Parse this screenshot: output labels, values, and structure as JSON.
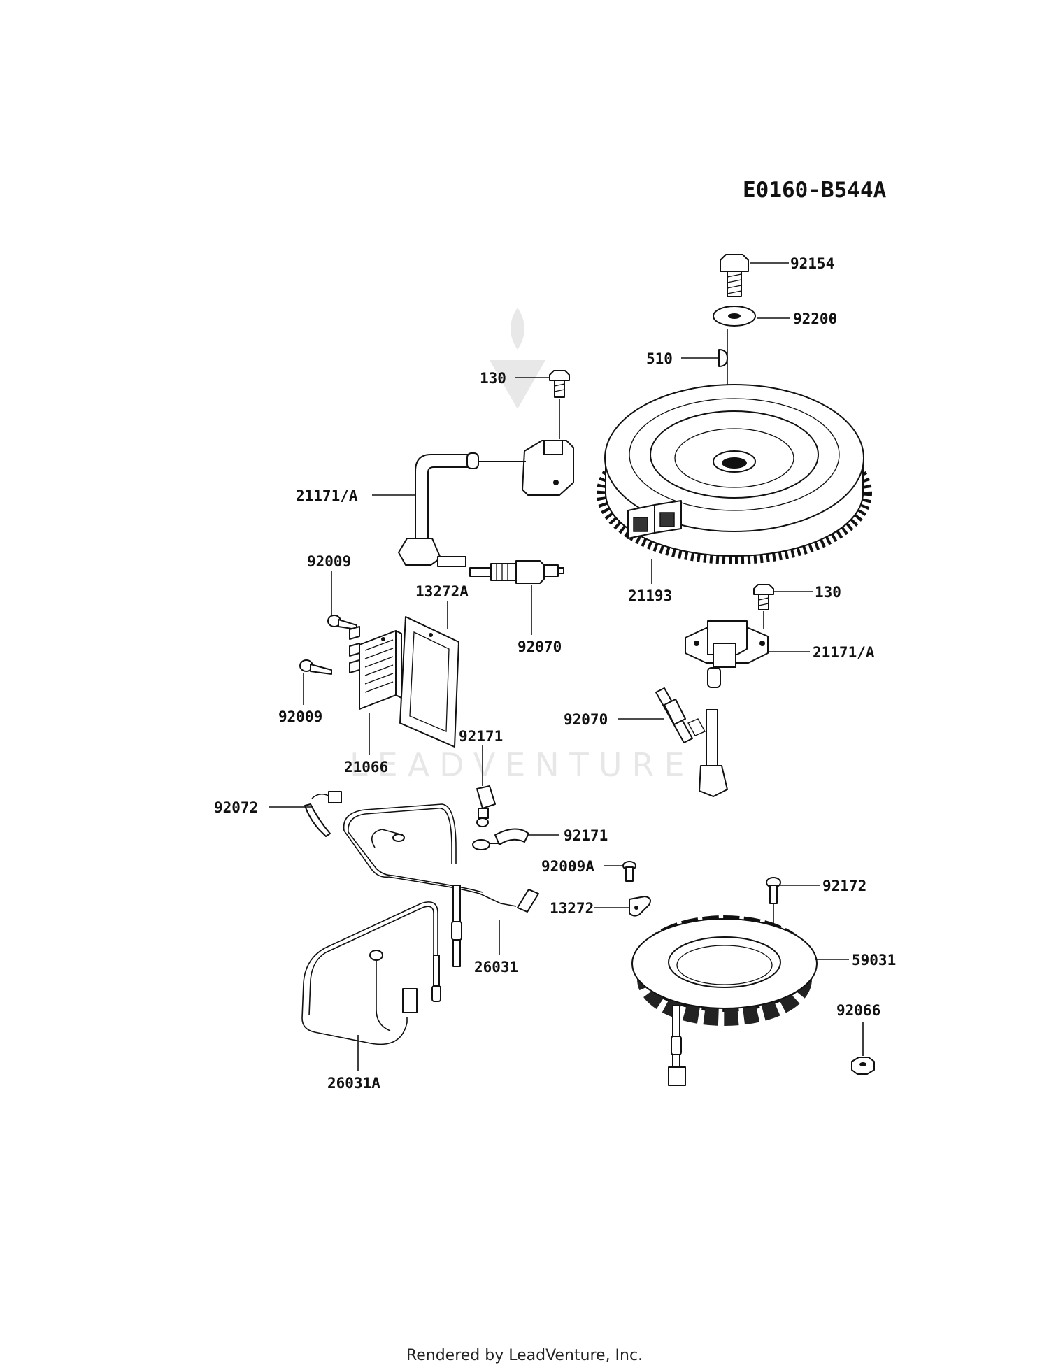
{
  "diagram_code": "E0160-B544A",
  "footer": "Rendered by LeadVenture, Inc.",
  "watermark": "LEADVENTURE",
  "labels": {
    "p92154": "92154",
    "p92200": "92200",
    "p510": "510",
    "p130_top": "130",
    "p21171a_left": "21171/A",
    "p92009_top": "92009",
    "p13272a": "13272A",
    "p92070_left": "92070",
    "p92009_bottom": "92009",
    "p21066": "21066",
    "p21193": "21193",
    "p130_right": "130",
    "p21171a_right": "21171/A",
    "p92070_right": "92070",
    "p92171_top": "92171",
    "p92072": "92072",
    "p92171_right": "92171",
    "p92009a": "92009A",
    "p92172": "92172",
    "p13272": "13272",
    "p59031": "59031",
    "p26031": "26031",
    "p92066": "92066",
    "p26031a": "26031A"
  }
}
